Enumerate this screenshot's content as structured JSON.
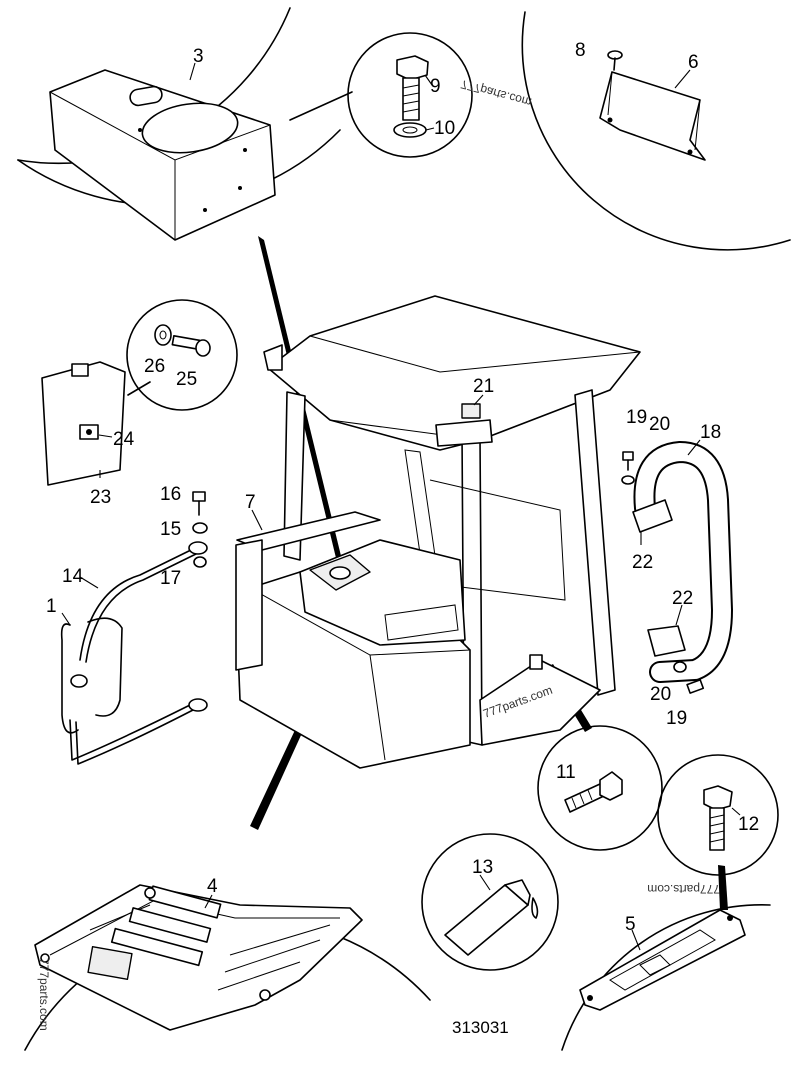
{
  "callouts": [
    {
      "id": "1",
      "text": "1"
    },
    {
      "id": "3",
      "text": "3"
    },
    {
      "id": "4",
      "text": "4"
    },
    {
      "id": "5",
      "text": "5"
    },
    {
      "id": "6",
      "text": "6"
    },
    {
      "id": "7",
      "text": "7"
    },
    {
      "id": "8",
      "text": "8"
    },
    {
      "id": "9",
      "text": "9"
    },
    {
      "id": "10",
      "text": "10"
    },
    {
      "id": "11",
      "text": "11"
    },
    {
      "id": "12",
      "text": "12"
    },
    {
      "id": "13",
      "text": "13"
    },
    {
      "id": "14",
      "text": "14"
    },
    {
      "id": "15",
      "text": "15"
    },
    {
      "id": "16",
      "text": "16"
    },
    {
      "id": "17",
      "text": "17"
    },
    {
      "id": "18",
      "text": "18"
    },
    {
      "id": "19a",
      "text": "19"
    },
    {
      "id": "19b",
      "text": "19"
    },
    {
      "id": "20a",
      "text": "20"
    },
    {
      "id": "20b",
      "text": "20"
    },
    {
      "id": "21",
      "text": "21"
    },
    {
      "id": "22a",
      "text": "22"
    },
    {
      "id": "22b",
      "text": "22"
    },
    {
      "id": "23",
      "text": "23"
    },
    {
      "id": "24",
      "text": "24"
    },
    {
      "id": "25",
      "text": "25"
    },
    {
      "id": "26",
      "text": "26"
    }
  ],
  "watermarks": [
    "777parts.com",
    "777parts.com",
    "777parts.com",
    "777parts.com"
  ],
  "drawing_number": "313031"
}
